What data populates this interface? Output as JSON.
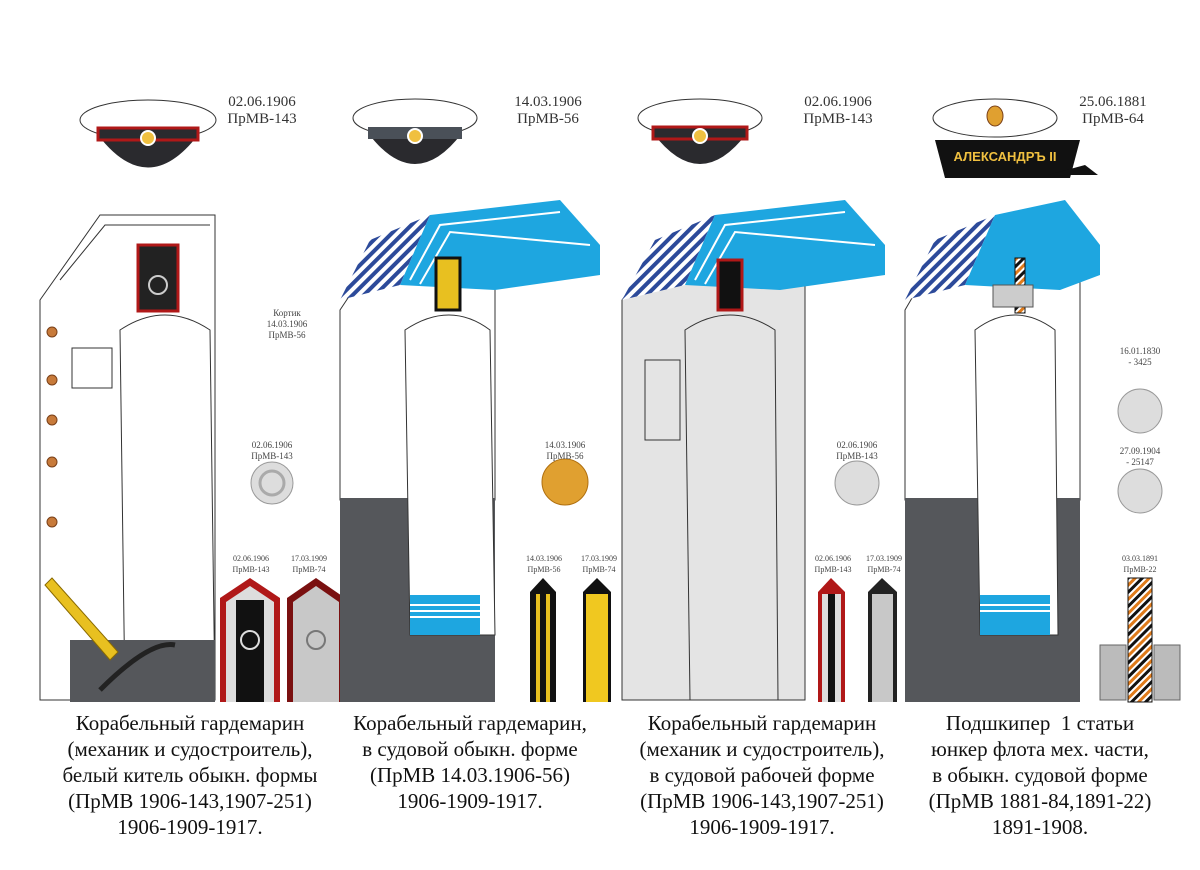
{
  "figures": [
    {
      "cap_label": [
        "02.06.1906",
        "ПрМВ-143"
      ],
      "kortik_label": [
        "Кортик",
        "14.03.1906",
        "ПрМВ-56"
      ],
      "button_label": [
        "02.06.1906",
        "ПрМВ-143"
      ],
      "board_labels": [
        [
          "02.06.1906",
          "ПрМВ-143"
        ],
        [
          "17.03.1909",
          "ПрМВ-74"
        ]
      ],
      "caption": [
        "Корабельный гардемарин",
        "(механик и судостроитель),",
        "белый китель обыкн. формы",
        "(ПрМВ 1906-143,1907-251)",
        "1906-1909-1917."
      ]
    },
    {
      "cap_label": [
        "14.03.1906",
        "ПрМВ-56"
      ],
      "button_label": [
        "14.03.1906",
        "ПрМВ-56"
      ],
      "board_labels": [
        [
          "14.03.1906",
          "ПрМВ-56"
        ],
        [
          "17.03.1909",
          "ПрМВ-74"
        ]
      ],
      "caption": [
        "Корабельный гардемарин,",
        "в судовой обыкн. форме",
        "(ПрМВ 14.03.1906-56)",
        "1906-1909-1917."
      ]
    },
    {
      "cap_label": [
        "02.06.1906",
        "ПрМВ-143"
      ],
      "button_label": [
        "02.06.1906",
        "ПрМВ-143"
      ],
      "board_labels": [
        [
          "02.06.1906",
          "ПрМВ-143"
        ],
        [
          "17.03.1909",
          "ПрМВ-74"
        ]
      ],
      "caption": [
        "Корабельный гардемарин",
        "(механик и судостроитель),",
        "в судовой рабочей форме",
        "(ПрМВ 1906-143,1907-251)",
        "1906-1909-1917."
      ]
    },
    {
      "cap_label": [
        "25.06.1881",
        "ПрМВ-64"
      ],
      "ribbon_text": "АЛЕКСАНДРЪ II",
      "button_labels": [
        [
          "16.01.1830",
          "- 3425"
        ],
        [
          "27.09.1904",
          "- 25147"
        ]
      ],
      "board_labels": [
        [
          "03.03.1891",
          "ПрМВ-22"
        ]
      ],
      "caption": [
        "Подшкипер  1 статьи",
        "юнкер флота мех. части,",
        "в обыкн. судовой форме",
        "(ПрМВ 1881-84,1891-22)",
        "1891-1908."
      ]
    }
  ],
  "colors": {
    "collar_blue": "#1ea6e0",
    "pants_gray": "#55575b",
    "gold": "#e0a030",
    "red_piping": "#b01818",
    "cap_black": "#2a2a2e"
  }
}
